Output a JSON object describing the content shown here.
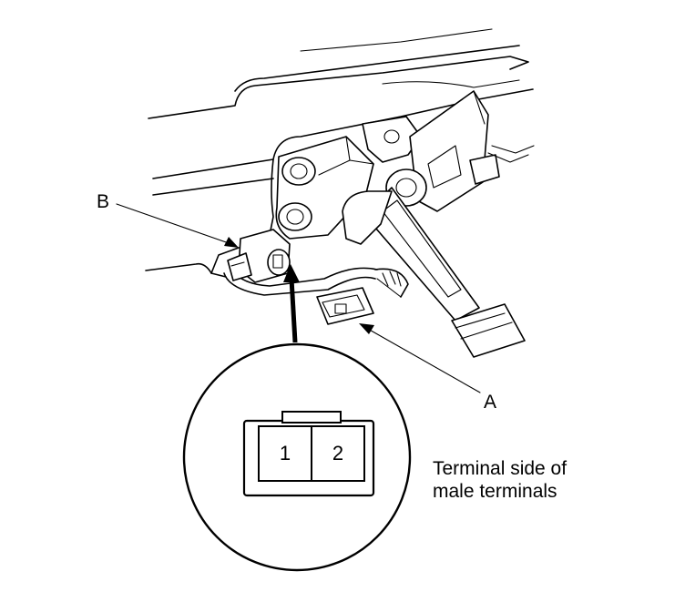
{
  "labels": {
    "callout_b": "B",
    "callout_a": "A",
    "terminal_pin_1": "1",
    "terminal_pin_2": "2",
    "caption_line_1": "Terminal side of",
    "caption_line_2": "male terminals"
  },
  "colors": {
    "line": "#000000",
    "background": "#ffffff"
  }
}
